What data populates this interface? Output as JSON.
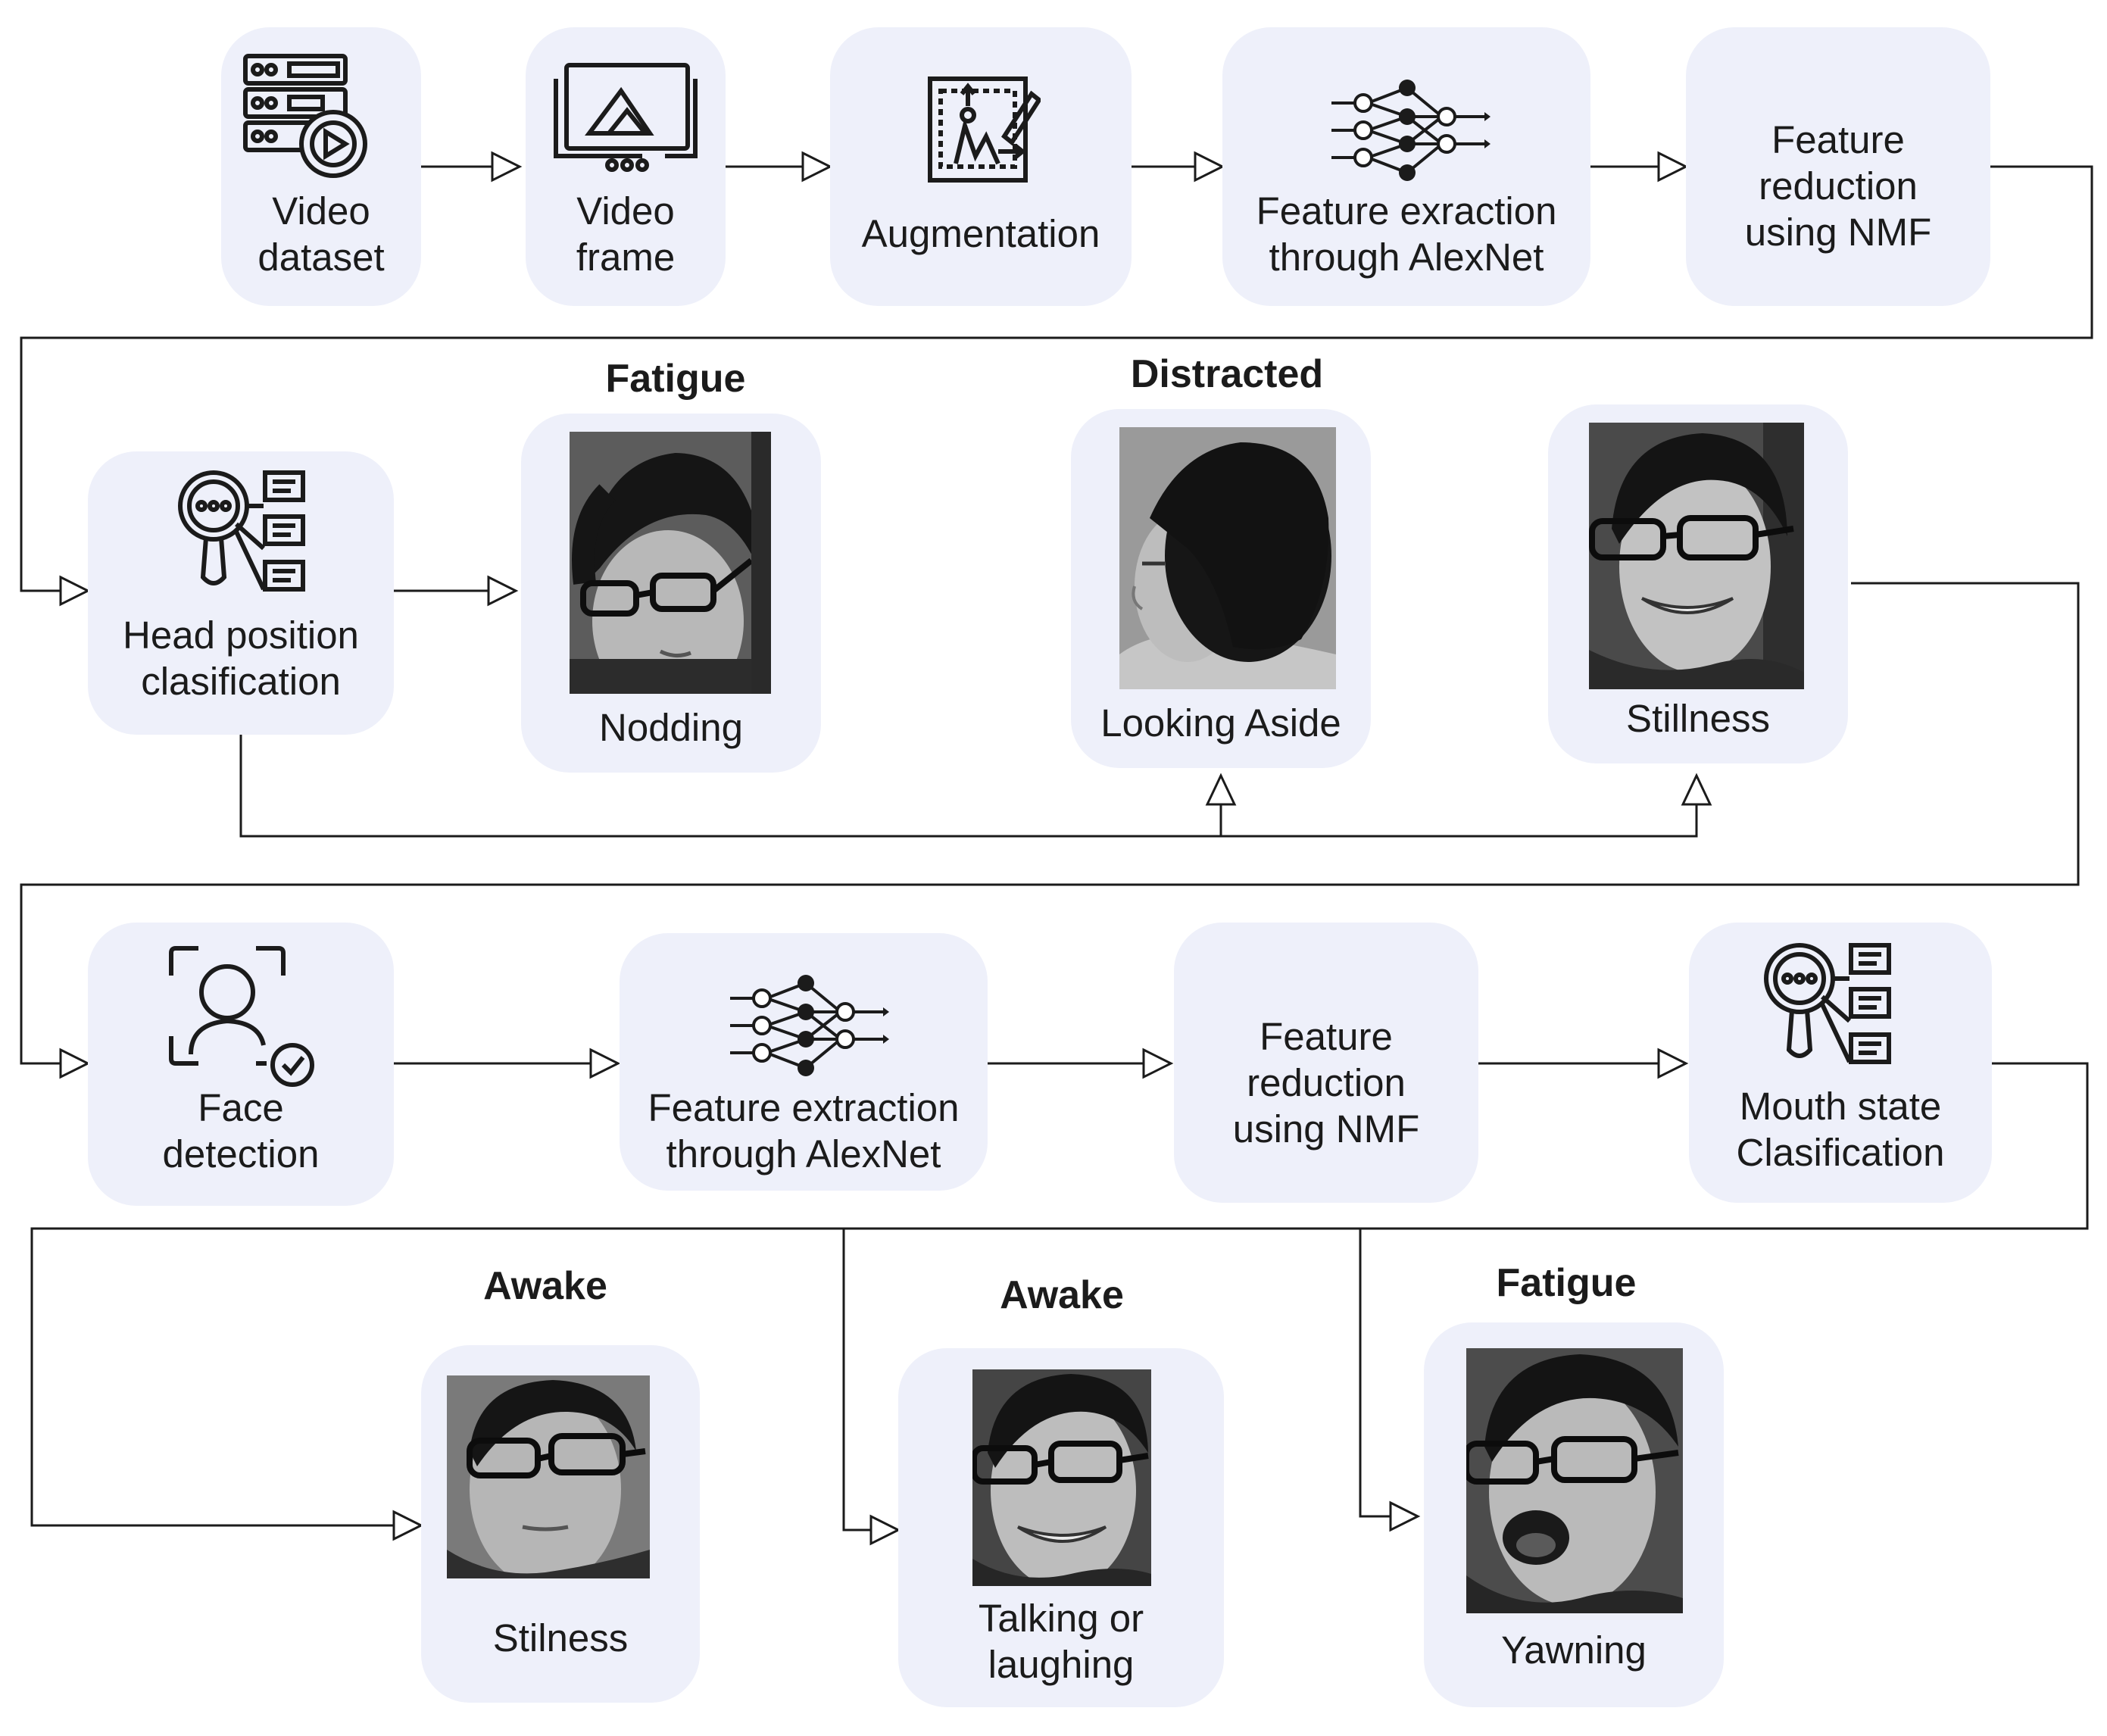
{
  "colors": {
    "box_fill": "#eef0fa",
    "line": "#1b1b1b",
    "text": "#1b1b1b"
  },
  "row1": {
    "video_dataset": {
      "label": "Video\ndataset",
      "icon": "video-dataset-icon"
    },
    "video_frame": {
      "label": "Video\nframe",
      "icon": "video-frame-icon"
    },
    "augmentation": {
      "label": "Augmentation",
      "icon": "augmentation-icon"
    },
    "feature_extraction": {
      "label": "Feature exraction\nthrough AlexNet",
      "icon": "neural-network-icon"
    },
    "feature_reduction": {
      "label": "Feature\nreduction\nusing NMF"
    }
  },
  "row2": {
    "head_position": {
      "label": "Head position\nclasification",
      "icon": "classification-icon"
    },
    "nodding": {
      "category": "Fatigue",
      "label": "Nodding",
      "photo": "face-photo-nodding"
    },
    "looking_aside": {
      "category": "Distracted",
      "label": "Looking Aside",
      "photo": "face-photo-looking-aside"
    },
    "stillness": {
      "label": "Stillness",
      "photo": "face-photo-stillness"
    }
  },
  "row3": {
    "face_detection": {
      "label": "Face\ndetection",
      "icon": "face-detection-icon"
    },
    "feature_extraction": {
      "label": "Feature extraction\nthrough AlexNet",
      "icon": "neural-network-icon"
    },
    "feature_reduction": {
      "label": "Feature\nreduction\nusing NMF"
    },
    "mouth_state": {
      "label": "Mouth state\nClasification",
      "icon": "classification-icon"
    }
  },
  "row4": {
    "stilness": {
      "category": "Awake",
      "label": "Stilness",
      "photo": "face-photo-stilness"
    },
    "talking": {
      "category": "Awake",
      "label": "Talking or\nlaughing",
      "photo": "face-photo-talking"
    },
    "yawning": {
      "category": "Fatigue",
      "label": "Yawning",
      "photo": "face-photo-yawning"
    }
  }
}
